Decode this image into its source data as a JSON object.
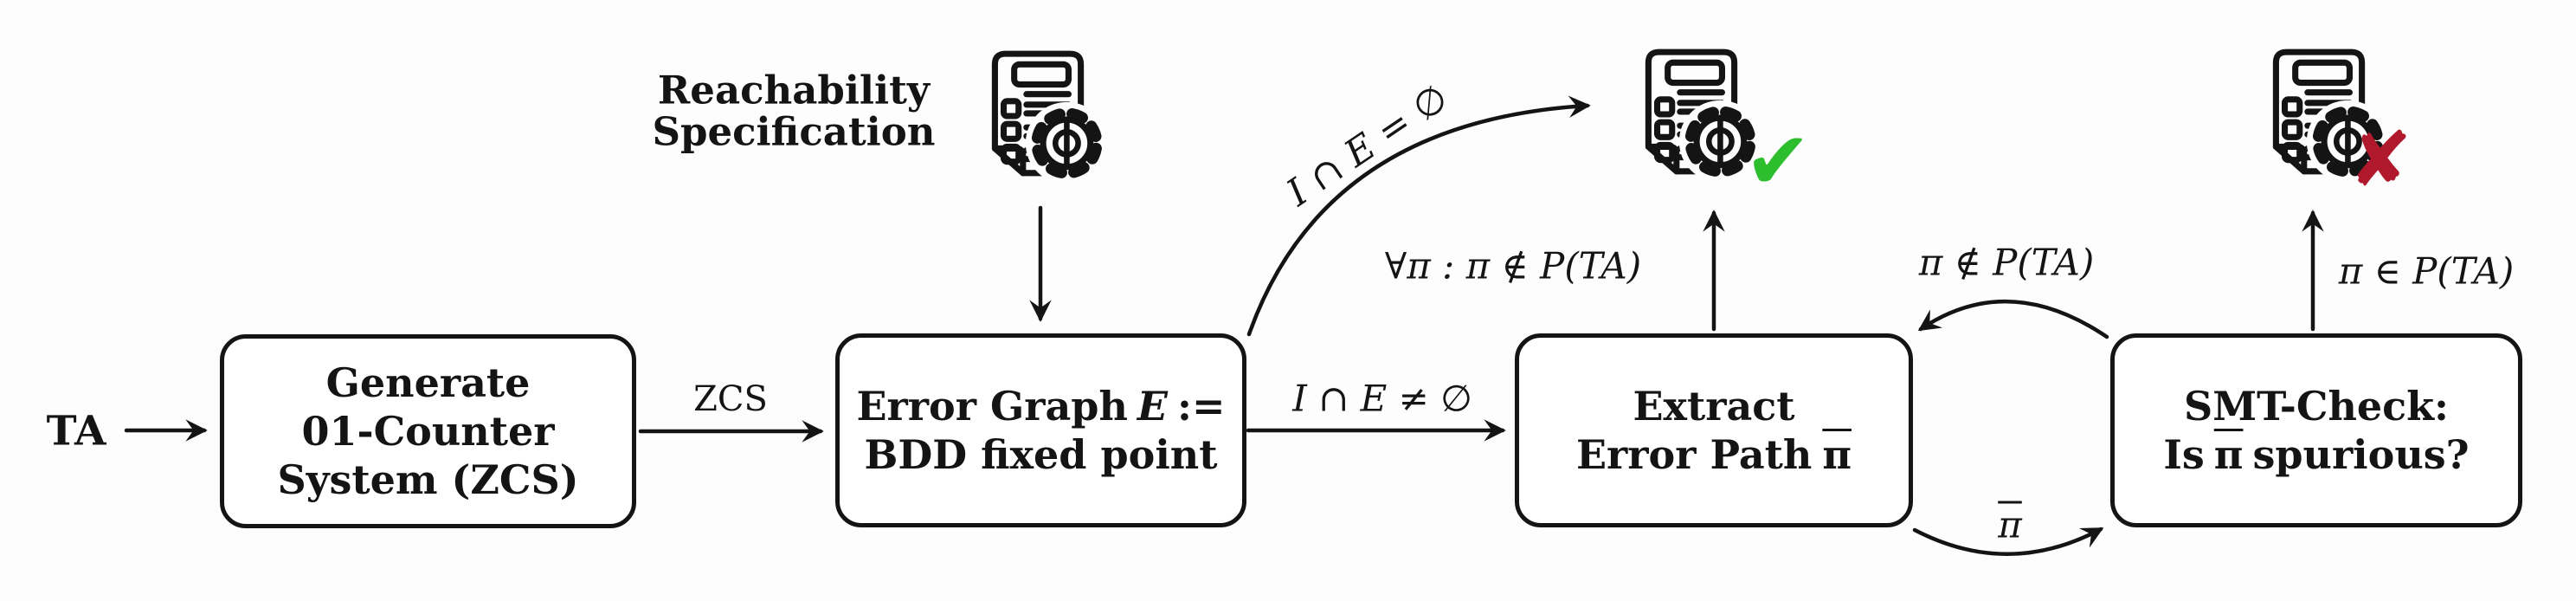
{
  "figure": {
    "background": "#fdfdfd",
    "stroke_color": "#141414"
  },
  "labels": {
    "input": "TA",
    "zcs_edge": "ZCS",
    "spec_line1": "Reachability",
    "spec_line2": "Specification",
    "empty_check": "I ∩ E = ∅",
    "nonempty_check": "I ∩ E ≠ ∅",
    "all_paths_infeasible": "∀π : π ∉ P(TA)",
    "path_infeasible": "π ∉ P(TA)",
    "path_feasible": "π ∈ P(TA)",
    "pi_bar": "π"
  },
  "nodes": {
    "generate": {
      "lines": [
        "Generate",
        "01-Counter",
        "System (ZCS)"
      ]
    },
    "error_graph": {
      "title_pre": "Error Graph",
      "title_math": "E",
      "title_post": ":=",
      "line2": "BDD fixed point"
    },
    "extract": {
      "line1": "Extract",
      "line2_pre": "Error Path",
      "line2_math": "π"
    },
    "smt": {
      "line1": "SMT-Check:",
      "line2_pre": "Is",
      "line2_math": "π",
      "line2_post": "spurious?"
    }
  },
  "status": {
    "success_glyph": "✔",
    "success_color": "#2cbe2c",
    "failure_glyph": "✘",
    "failure_color": "#b0182b"
  }
}
